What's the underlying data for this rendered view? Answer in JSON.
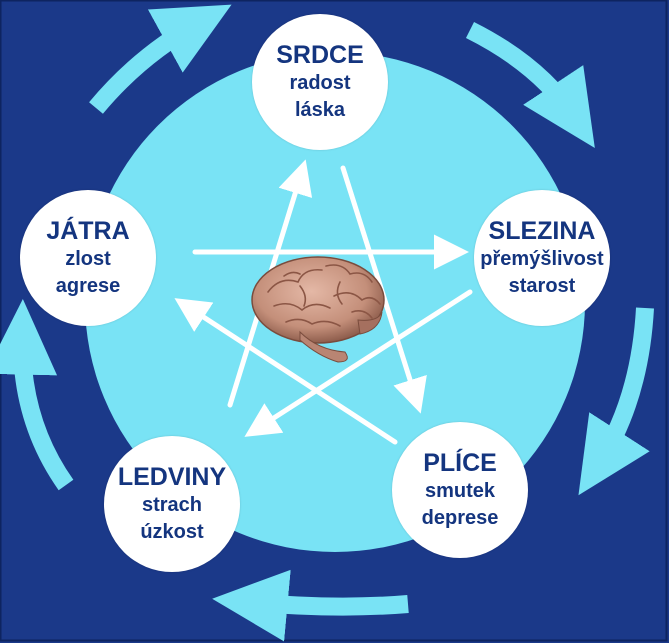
{
  "colors": {
    "frame": "#1b3989",
    "circle": "#79e3f5",
    "arrows": "#79e3f5",
    "star": "#ffffff",
    "text": "#14357f",
    "brain": "#c99a86"
  },
  "center_icon": "brain-icon",
  "organs": {
    "srdce": {
      "name": "SRDCE",
      "emotion1": "radost",
      "emotion2": "láska"
    },
    "slezina": {
      "name": "SLEZINA",
      "emotion1": "přemýšlivost",
      "emotion2": "starost"
    },
    "plice": {
      "name": "PLÍCE",
      "emotion1": "smutek",
      "emotion2": "deprese"
    },
    "ledviny": {
      "name": "LEDVINY",
      "emotion1": "strach",
      "emotion2": "úzkost"
    },
    "jatra": {
      "name": "JÁTRA",
      "emotion1": "zlost",
      "emotion2": "agrese"
    }
  }
}
